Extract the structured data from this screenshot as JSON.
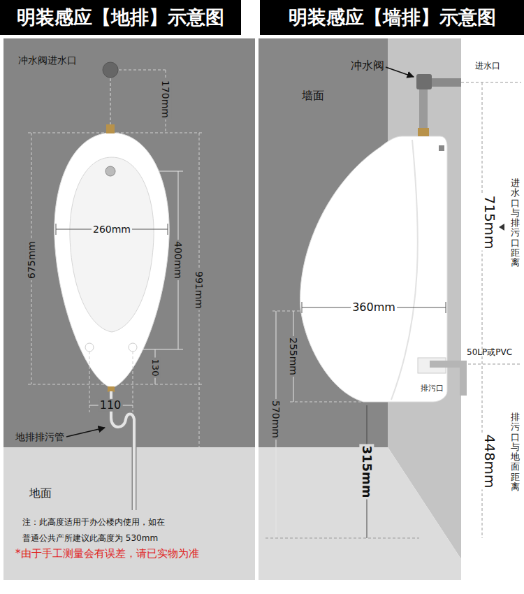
{
  "diagram": {
    "nodes": [
      {
        "text": [
          "明装感应【地排】示意图"
        ]
      },
      {
        "text": [
          "明装感应【墙排】示意图"
        ]
      }
    ],
    "labels": [
      "冲水阀进水口",
      "170mm",
      "260mm",
      "675mm",
      "400mm",
      "991mm",
      "130",
      "110",
      "地排排污管",
      "地面",
      "注：此高度适用于办公楼内使用，如在普通公共产所建议此高度为 530mm",
      "*由于手工测量会有误差，请已实物为准",
      "冲水阀",
      "进水口",
      "墙面",
      "进水口与排污口距离",
      "715mm",
      "360mm",
      "255mm",
      "570mm",
      "50LP或PVC",
      "排污口",
      "315mm",
      "排污口与地面距离",
      "448mm"
    ]
  }
}
